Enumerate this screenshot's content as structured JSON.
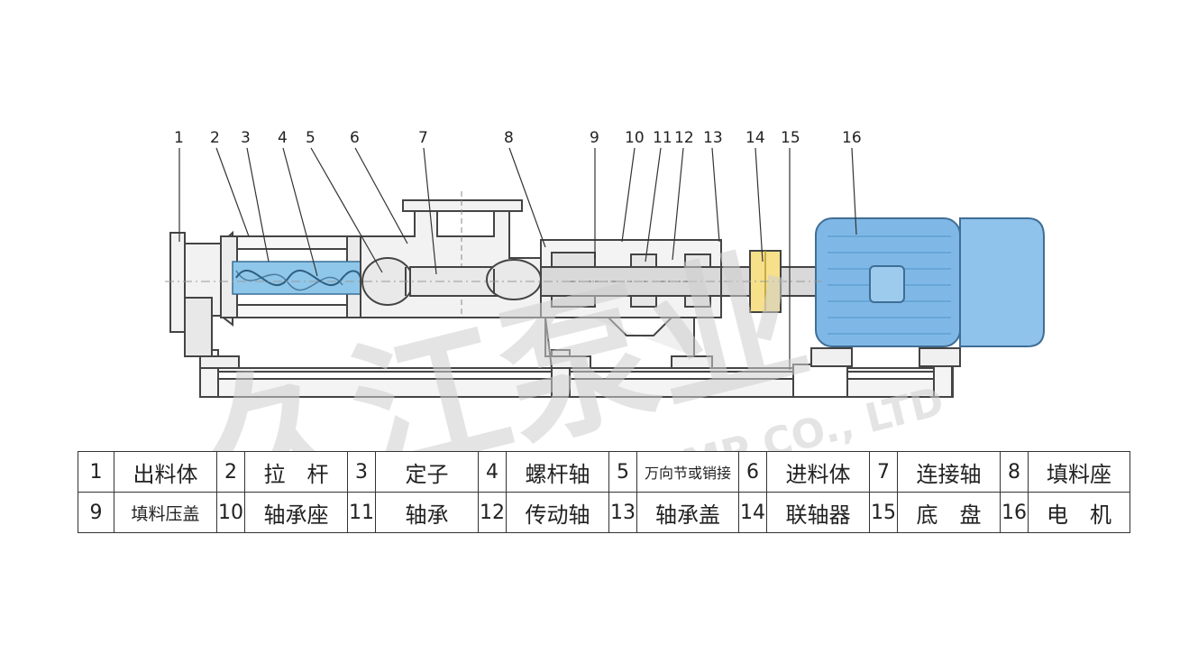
{
  "callouts": [
    "1",
    "2",
    "3",
    "4",
    "5",
    "6",
    "7",
    "8",
    "9",
    "10",
    "11",
    "12",
    "13",
    "14",
    "15",
    "16"
  ],
  "watermark": {
    "cn": "久江泵业",
    "en": "JIUJIANG PUMP CO., LTD"
  },
  "parts_table": {
    "rows": [
      [
        {
          "num": "1",
          "name": "出料体"
        },
        {
          "num": "2",
          "name": "拉　杆"
        },
        {
          "num": "3",
          "name": "定子"
        },
        {
          "num": "4",
          "name": "螺杆轴"
        },
        {
          "num": "5",
          "name": "万向节或销接"
        },
        {
          "num": "6",
          "name": "进料体"
        },
        {
          "num": "7",
          "name": "连接轴"
        },
        {
          "num": "8",
          "name": "填料座"
        }
      ],
      [
        {
          "num": "9",
          "name": "填料压盖"
        },
        {
          "num": "10",
          "name": "轴承座"
        },
        {
          "num": "11",
          "name": "轴承"
        },
        {
          "num": "12",
          "name": "传动轴"
        },
        {
          "num": "13",
          "name": "轴承盖"
        },
        {
          "num": "14",
          "name": "联轴器"
        },
        {
          "num": "15",
          "name": "底　盘"
        },
        {
          "num": "16",
          "name": "电　机"
        }
      ]
    ]
  },
  "colors": {
    "outline": "#444444",
    "body_fill": "#f4f4f4",
    "rotor_blue": "#8fc7ea",
    "motor_blue": "#7fb8e6",
    "motor_dark": "#5f9fd3",
    "coupling_yellow": "#f6e08a",
    "shaft_gray": "#d9d9d9"
  }
}
